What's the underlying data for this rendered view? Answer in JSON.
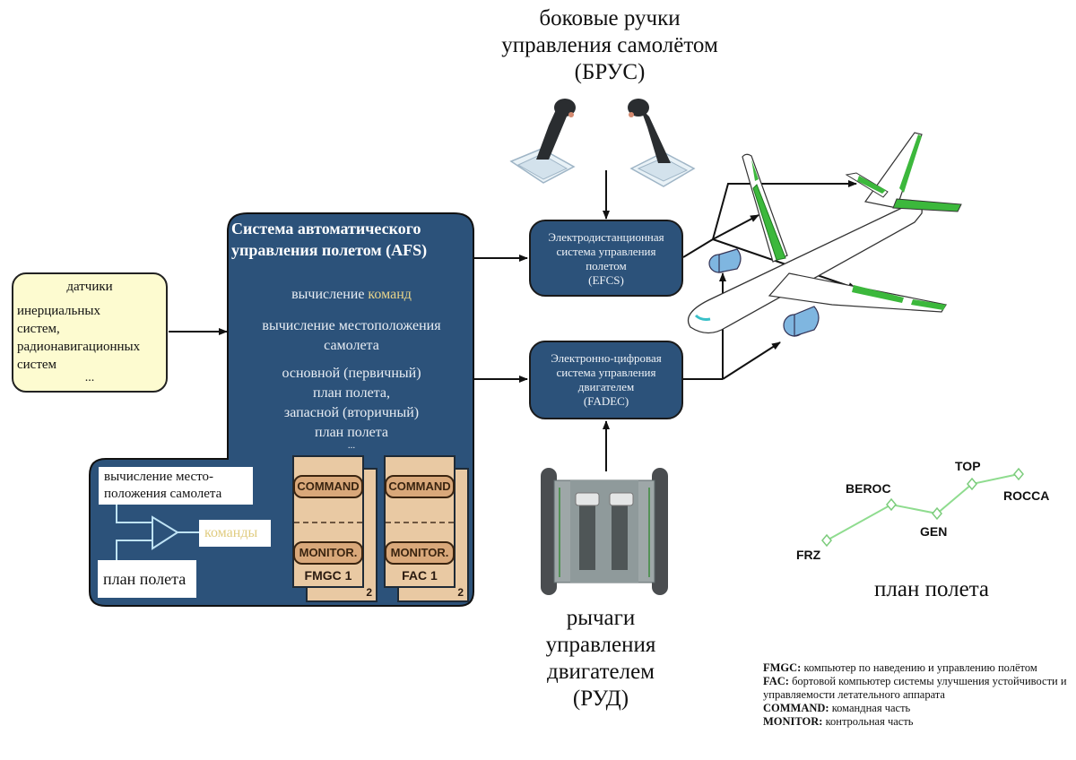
{
  "sidesticks": {
    "label_lines": [
      "боковые ручки",
      "управления самолётом",
      "(БРУС)"
    ],
    "icon": "sidestick-joystick-icon"
  },
  "sensors": {
    "title": "датчики",
    "lines": [
      "инерциальных",
      "систем,",
      "радионавигационных",
      "систем"
    ],
    "ellipsis": "..."
  },
  "afs": {
    "title_lines": [
      "Система автоматического",
      "управления полетом (AFS)"
    ],
    "compute_commands_prefix": "вычисление ",
    "compute_commands_highlight": "команд",
    "compute_position_lines": [
      "вычисление местоположения",
      "самолета"
    ],
    "flight_plan_lines": [
      "основной (первичный)",
      "план полета,",
      "запасной (вторичный)",
      "план полета"
    ],
    "ellipsis": "...",
    "highlight_color": "#e8d48a",
    "fill_color": "#2c527a"
  },
  "logic": {
    "position_input": [
      "вычисление место-",
      "положения самолета"
    ],
    "plan_input": "план полета",
    "output": "команды"
  },
  "computers": [
    {
      "name": "FMGC 1",
      "command": "COMMAND",
      "monitor": "MONITOR.",
      "backup_num": "2"
    },
    {
      "name": "FAC 1",
      "command": "COMMAND",
      "monitor": "MONITOR.",
      "backup_num": "2"
    }
  ],
  "efcs": {
    "lines": [
      "Электродистанционная",
      "система управления",
      "полетом",
      "(EFCS)"
    ]
  },
  "fadec": {
    "lines": [
      "Электронно-цифровая",
      "система управления",
      "двигателем",
      "(FADEC)"
    ]
  },
  "aircraft": {
    "icon": "aircraft-icon",
    "surface_color": "#3cb83c",
    "engine_color": "#7fb6e0"
  },
  "throttle": {
    "icon": "throttle-levers-icon",
    "label_lines": [
      "рычаги",
      "управления",
      "двигателем",
      "(РУД)"
    ]
  },
  "flight_plan": {
    "label": "план полета",
    "waypoints": [
      "FRZ",
      "BEROC",
      "GEN",
      "TOP",
      "ROCCA"
    ],
    "line_color": "#8fdc8f"
  },
  "legend": [
    {
      "term": "FMGC:",
      "desc": "компьютер по наведению и управлению полётом"
    },
    {
      "term": "FAC:",
      "desc": "бортовой компьютер системы улучшения устойчивости и управляемости летательного аппарата"
    },
    {
      "term": "COMMAND:",
      "desc": "командная часть"
    },
    {
      "term": "MONITOR:",
      "desc": "контрольная часть"
    }
  ]
}
